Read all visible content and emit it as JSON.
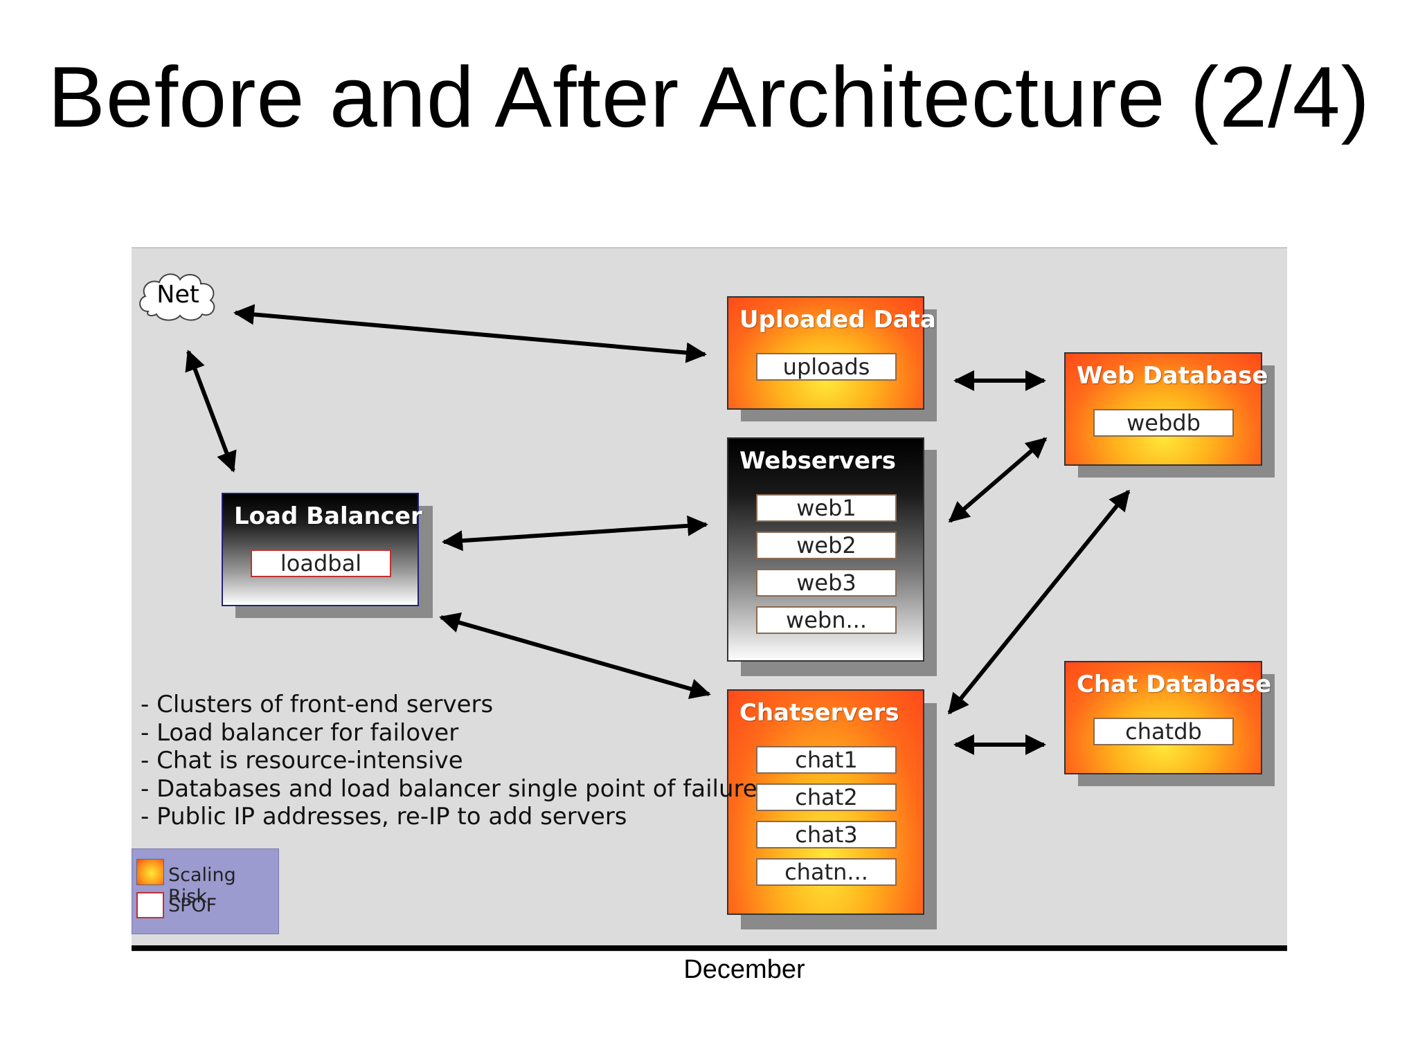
{
  "title": "Before and After Architecture (2/4)",
  "footer": "December",
  "net_label": "Net",
  "boxes": {
    "uploaded_data": {
      "title": "Uploaded Data",
      "items": [
        "uploads"
      ]
    },
    "web_database": {
      "title": "Web Database",
      "items": [
        "webdb"
      ]
    },
    "webservers": {
      "title": "Webservers",
      "items": [
        "web1",
        "web2",
        "web3",
        "webn..."
      ]
    },
    "load_balancer": {
      "title": "Load Balancer",
      "items": [
        "loadbal"
      ]
    },
    "chat_database": {
      "title": "Chat Database",
      "items": [
        "chatdb"
      ]
    },
    "chatservers": {
      "title": "Chatservers",
      "items": [
        "chat1",
        "chat2",
        "chat3",
        "chatn..."
      ]
    }
  },
  "notes": [
    "- Clusters of front-end servers",
    "- Load balancer for failover",
    "- Chat is resource-intensive",
    "- Databases and load balancer single point of failure",
    "- Public IP addresses, re-IP to add servers"
  ],
  "legend": {
    "scaling_risk": "Scaling Risk",
    "spof": "SPOF"
  },
  "colors": {
    "scaling_risk": "#ff6a1a",
    "panel_background": "#dcdcdc",
    "legend_background": "#9b9bd0"
  },
  "connections": [
    [
      "Net",
      "Uploaded Data"
    ],
    [
      "Net",
      "Load Balancer"
    ],
    [
      "Load Balancer",
      "Webservers"
    ],
    [
      "Load Balancer",
      "Chatservers"
    ],
    [
      "Uploaded Data",
      "Web Database"
    ],
    [
      "Webservers",
      "Web Database"
    ],
    [
      "Chatservers",
      "Web Database"
    ],
    [
      "Chatservers",
      "Chat Database"
    ]
  ]
}
